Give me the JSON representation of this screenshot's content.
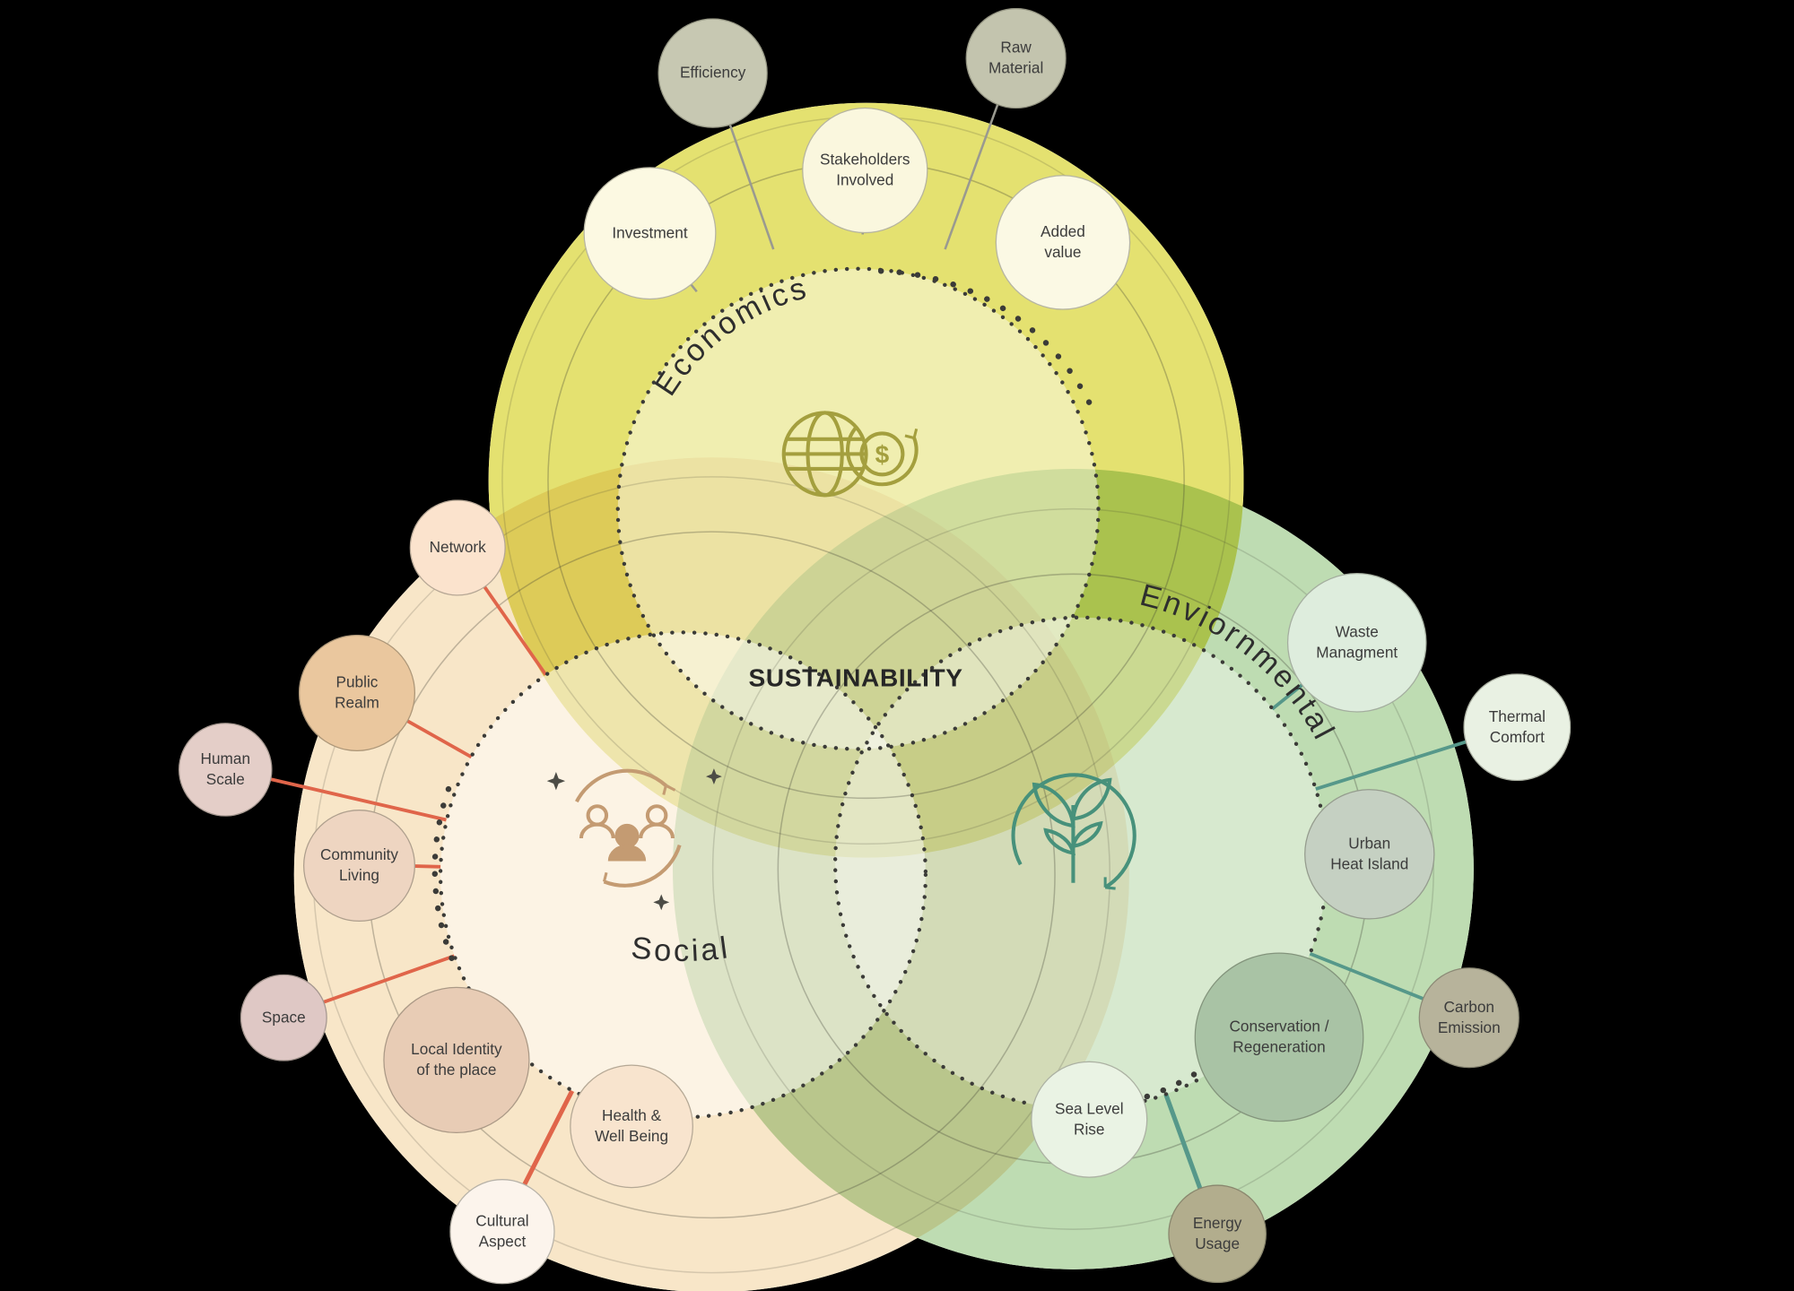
{
  "title": "SUSTAINABILITY",
  "background_color": "#000000",
  "categories": {
    "economics": {
      "label": "Economics",
      "fill_color": "#e4e170",
      "line_color": "#9a9a90",
      "icon": "globe-dollar-icon",
      "satellites": [
        {
          "label": "Efficiency",
          "color": "#c7c8b2"
        },
        {
          "label": "Raw\nMaterial",
          "color": "#c3c4ae"
        },
        {
          "label": "Investment",
          "color": "#fcf9e2"
        },
        {
          "label": "Stakeholders\nInvolved",
          "color": "#faf7de"
        },
        {
          "label": "Added\nvalue",
          "color": "#fbf9e4"
        }
      ]
    },
    "social": {
      "label": "Social",
      "fill_color": "#f8e6c8",
      "line_color": "#e0654a",
      "icon": "people-cycle-icon",
      "satellites": [
        {
          "label": "Network",
          "color": "#fbe3cd"
        },
        {
          "label": "Public\nRealm",
          "color": "#eac79e"
        },
        {
          "label": "Human\nScale",
          "color": "#e4cec8"
        },
        {
          "label": "Community\nLiving",
          "color": "#eed5c1"
        },
        {
          "label": "Space",
          "color": "#dfc8c5"
        },
        {
          "label": "Local Identity\nof the place",
          "color": "#e8ccb5"
        },
        {
          "label": "Health &\nWell Being",
          "color": "#f8e4ce"
        },
        {
          "label": "Cultural\nAspect",
          "color": "#fcf4ec"
        }
      ]
    },
    "environmental": {
      "label": "Enviornmental",
      "fill_color": "#bedcb2",
      "line_color": "#56988a",
      "icon": "plant-cycle-icon",
      "satellites": [
        {
          "label": "Waste\nManagment",
          "color": "#deeddd"
        },
        {
          "label": "Thermal\nComfort",
          "color": "#e9f1e3"
        },
        {
          "label": "Urban\nHeat Island",
          "color": "#c5d0c2"
        },
        {
          "label": "Carbon\nEmission",
          "color": "#b7b39b"
        },
        {
          "label": "Conservation /\nRegeneration",
          "color": "#a9c3a5"
        },
        {
          "label": "Sea Level\nRise",
          "color": "#eaf3e4"
        },
        {
          "label": "Energy\nUsage",
          "color": "#b2ad8d"
        }
      ]
    }
  }
}
